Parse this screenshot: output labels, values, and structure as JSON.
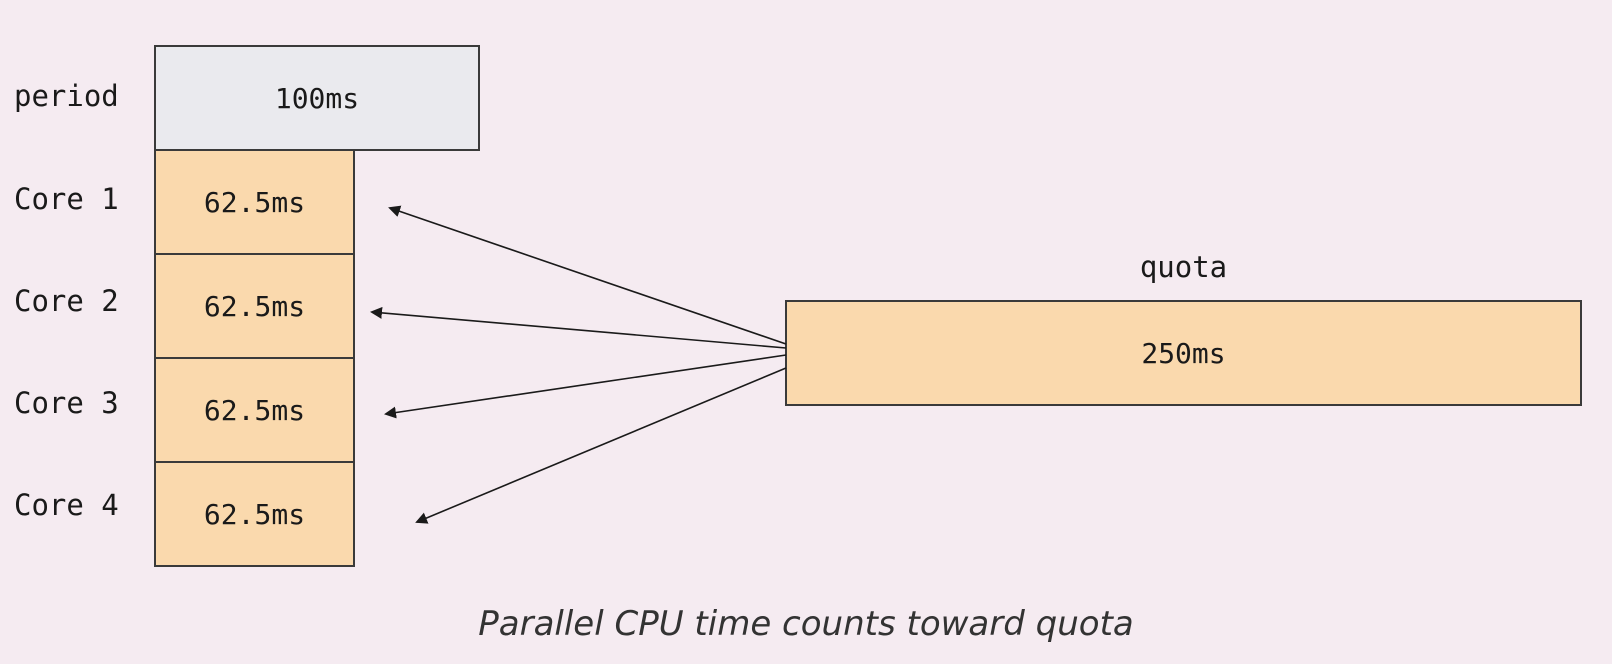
{
  "rows": [
    {
      "label": "period",
      "value": "100ms"
    },
    {
      "label": "Core 1",
      "value": "62.5ms"
    },
    {
      "label": "Core 2",
      "value": "62.5ms"
    },
    {
      "label": "Core 3",
      "value": "62.5ms"
    },
    {
      "label": "Core 4",
      "value": "62.5ms"
    }
  ],
  "quota": {
    "label": "quota",
    "value": "250ms"
  },
  "caption": "Parallel CPU time counts toward quota",
  "colors": {
    "background": "#f5ebf1",
    "period_fill": "#eaeaee",
    "core_fill": "#fad9ad",
    "quota_fill": "#fad9ad",
    "stroke": "#3a3a3a"
  }
}
